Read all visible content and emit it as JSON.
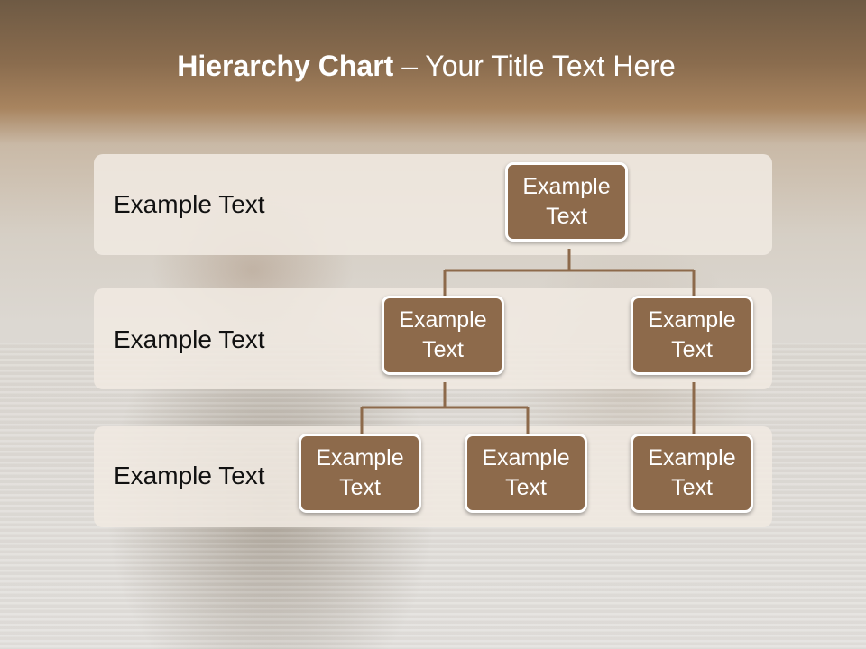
{
  "slide": {
    "title_bold": "Hierarchy Chart",
    "title_rest": " – Your Title Text Here"
  },
  "levels": [
    {
      "label": "Example Text"
    },
    {
      "label": "Example Text"
    },
    {
      "label": "Example Text"
    }
  ],
  "nodes": {
    "root": {
      "line1": "Example",
      "line2": "Text"
    },
    "left": {
      "line1": "Example",
      "line2": "Text"
    },
    "right": {
      "line1": "Example",
      "line2": "Text"
    },
    "left_child_1": {
      "line1": "Example",
      "line2": "Text"
    },
    "left_child_2": {
      "line1": "Example",
      "line2": "Text"
    },
    "right_child_1": {
      "line1": "Example",
      "line2": "Text"
    }
  },
  "colors": {
    "node_fill": "#8d6a4b",
    "connector": "#8d6a4b",
    "band": "#f0e9e1",
    "title_bar": "#6e5a44"
  }
}
